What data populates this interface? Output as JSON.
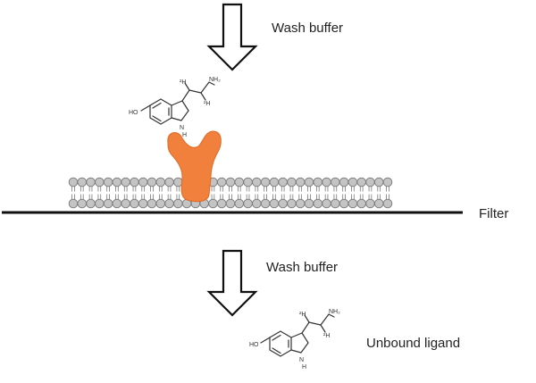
{
  "labels": {
    "wash_buffer_top": "Wash buffer",
    "wash_buffer_bottom": "Wash buffer",
    "filter": "Filter",
    "unbound_ligand": "Unbound ligand"
  },
  "molecule": {
    "hydroxyl": "HO",
    "amine": "NH₂",
    "nitrogen": "N",
    "hydrogen": "H",
    "deuterium": "²H"
  },
  "colors": {
    "receptor": "#f0803c",
    "receptor_edge": "#e06a28",
    "lipid_head": "#c4c4c4",
    "lipid_edge": "#777777",
    "filter_line": "#111111",
    "arrow_stroke": "#111111"
  },
  "membrane": {
    "lipid_count": 37
  }
}
